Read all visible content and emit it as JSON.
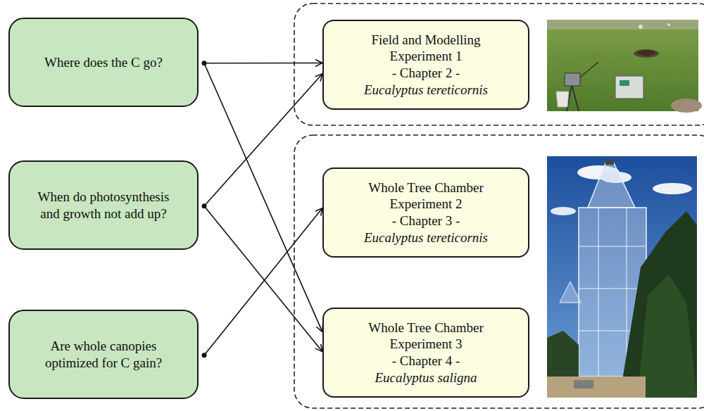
{
  "diagram": {
    "nodes": [
      {
        "text": [
          "Where does the C go?"
        ]
      },
      {
        "text": [
          "When do photosynthesis and growth not add up?"
        ]
      },
      {
        "text": [
          "Are whole canopies optimized for C gain?"
        ]
      },
      {
        "text": [
          "Field and Modelling Experiment 1",
          "- Chapter 2 -",
          "Eucalyptus tereticornis"
        ]
      },
      {
        "text": [
          "Whole Tree Chamber Experiment 2",
          "- Chapter 3 -",
          "Eucalyptus tereticornis"
        ]
      },
      {
        "text": [
          "Whole Tree Chamber Experiment 3",
          "- Chapter 4 -",
          "Eucalyptus saligna"
        ]
      }
    ],
    "edges": [
      {
        "from": 0,
        "to": 3,
        "arrow": "to"
      },
      {
        "from": 0,
        "to": 5,
        "arrow": "to"
      },
      {
        "from": 1,
        "to": 3,
        "arrow": "to"
      },
      {
        "from": 1,
        "to": 5,
        "arrow": "to"
      },
      {
        "from": 2,
        "to": 4,
        "arrow": "to"
      }
    ]
  }
}
